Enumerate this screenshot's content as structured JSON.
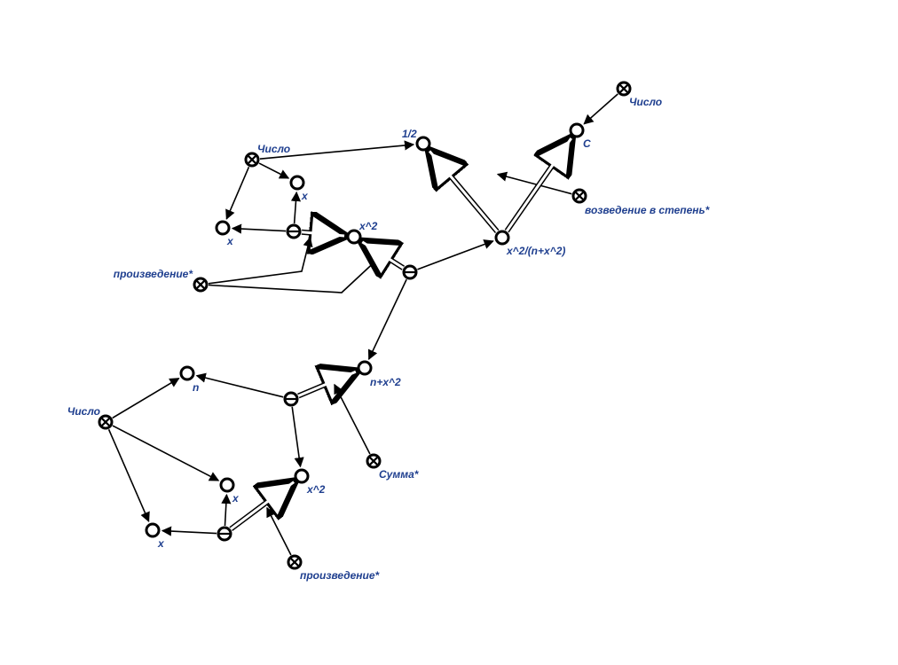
{
  "nodes": [
    {
      "id": "num_top_right",
      "type": "cross",
      "label": "Число"
    },
    {
      "id": "C",
      "type": "plain",
      "label": "C"
    },
    {
      "id": "pow_op",
      "type": "cross",
      "label": "возведение в степень*"
    },
    {
      "id": "half",
      "type": "plain",
      "label": "1/2"
    },
    {
      "id": "frac",
      "type": "plain",
      "label": "x^2/(n+x^2)"
    },
    {
      "id": "num_upper",
      "type": "cross",
      "label": "Число"
    },
    {
      "id": "x_u1",
      "type": "plain",
      "label": "x"
    },
    {
      "id": "x_u2",
      "type": "plain",
      "label": "x"
    },
    {
      "id": "dash_u1",
      "type": "dash",
      "label": ""
    },
    {
      "id": "x2_u",
      "type": "plain",
      "label": "x^2"
    },
    {
      "id": "prod_u",
      "type": "cross",
      "label": "произведение*"
    },
    {
      "id": "dash_mid",
      "type": "dash",
      "label": ""
    },
    {
      "id": "npx2",
      "type": "plain",
      "label": "n+x^2"
    },
    {
      "id": "dash_l1",
      "type": "dash",
      "label": ""
    },
    {
      "id": "n",
      "type": "plain",
      "label": "n"
    },
    {
      "id": "sum_op",
      "type": "cross",
      "label": "Сумма*"
    },
    {
      "id": "num_lower",
      "type": "cross",
      "label": "Число"
    },
    {
      "id": "x_l1",
      "type": "plain",
      "label": "x"
    },
    {
      "id": "x_l2",
      "type": "plain",
      "label": "x"
    },
    {
      "id": "x2_l",
      "type": "plain",
      "label": "x^2"
    },
    {
      "id": "dash_l2",
      "type": "dash",
      "label": ""
    },
    {
      "id": "prod_l",
      "type": "cross",
      "label": "произведение*"
    }
  ],
  "edges": [
    {
      "from": "num_top_right",
      "to": "C",
      "kind": "single"
    },
    {
      "from": "pow_op",
      "to": "frac_C_mid",
      "kind": "single"
    },
    {
      "from": "frac",
      "to": "C",
      "kind": "double"
    },
    {
      "from": "frac",
      "to": "half",
      "kind": "double"
    },
    {
      "from": "num_upper",
      "to": "half",
      "kind": "single"
    },
    {
      "from": "num_upper",
      "to": "x_u1",
      "kind": "single"
    },
    {
      "from": "num_upper",
      "to": "x_u2",
      "kind": "single"
    },
    {
      "from": "dash_u1",
      "to": "x_u1",
      "kind": "single"
    },
    {
      "from": "dash_u1",
      "to": "x_u2",
      "kind": "single"
    },
    {
      "from": "dash_u1",
      "to": "x2_u",
      "kind": "double"
    },
    {
      "from": "prod_u",
      "to": "dash_u1_x2_mid",
      "kind": "single"
    },
    {
      "from": "prod_u",
      "to": "dash_mid_x2_mid",
      "kind": "single"
    },
    {
      "from": "dash_mid",
      "to": "x2_u",
      "kind": "double"
    },
    {
      "from": "dash_mid",
      "to": "frac",
      "kind": "single"
    },
    {
      "from": "dash_mid",
      "to": "npx2",
      "kind": "single"
    },
    {
      "from": "dash_l1",
      "to": "npx2",
      "kind": "double"
    },
    {
      "from": "dash_l1",
      "to": "n",
      "kind": "single"
    },
    {
      "from": "dash_l1",
      "to": "x2_l",
      "kind": "single"
    },
    {
      "from": "sum_op",
      "to": "dash_l1_npx2_mid",
      "kind": "single"
    },
    {
      "from": "num_lower",
      "to": "n",
      "kind": "single"
    },
    {
      "from": "num_lower",
      "to": "x_l1",
      "kind": "single"
    },
    {
      "from": "num_lower",
      "to": "x_l2",
      "kind": "single"
    },
    {
      "from": "dash_l2",
      "to": "x_l1",
      "kind": "single"
    },
    {
      "from": "dash_l2",
      "to": "x_l2",
      "kind": "single"
    },
    {
      "from": "dash_l2",
      "to": "x2_l",
      "kind": "double"
    },
    {
      "from": "prod_l",
      "to": "dash_l2_x2_mid",
      "kind": "single"
    }
  ]
}
